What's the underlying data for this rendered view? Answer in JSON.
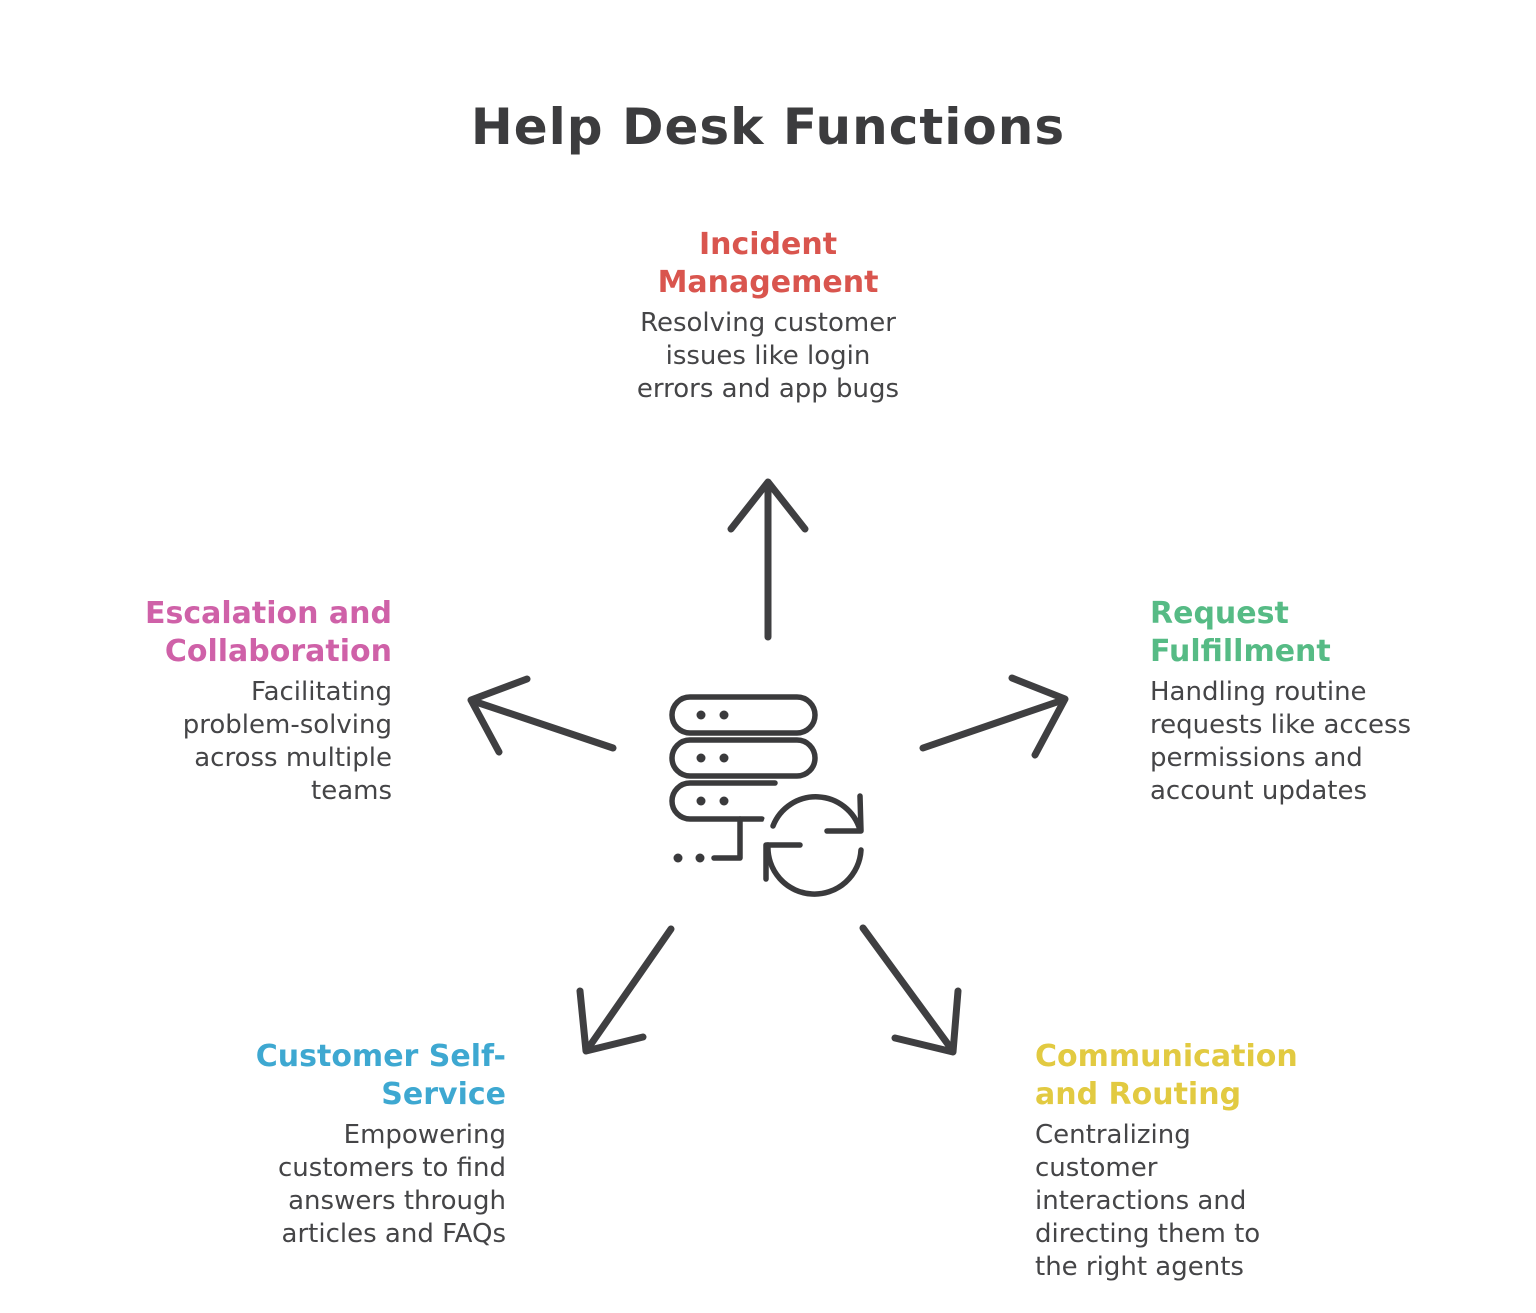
{
  "title": "Help Desk Functions",
  "colors": {
    "title_text": "#3c3c3e",
    "body_text": "#454547",
    "arrows": "#3f3f41",
    "incident": "#d9554e",
    "request": "#56bb85",
    "communication": "#e2ca41",
    "customer": "#3ea8d1",
    "escalation": "#cf61a8"
  },
  "center_icon": "server-stack-sync-icon",
  "arrow_icons": [
    "arrow-up-icon",
    "arrow-upper-left-icon",
    "arrow-upper-right-icon",
    "arrow-lower-left-icon",
    "arrow-lower-right-icon"
  ],
  "sections": [
    {
      "id": "incident-management",
      "title_lines": [
        "Incident",
        "Management"
      ],
      "title_color": "#d9554e",
      "body_lines": [
        "Resolving customer",
        "issues like login",
        "errors and app bugs"
      ]
    },
    {
      "id": "escalation-collaboration",
      "title_lines": [
        "Escalation and",
        "Collaboration"
      ],
      "title_color": "#cf61a8",
      "body_lines": [
        "Facilitating",
        "problem-solving",
        "across multiple",
        "teams"
      ]
    },
    {
      "id": "request-fulfillment",
      "title_lines": [
        "Request",
        "Fulfillment"
      ],
      "title_color": "#56bb85",
      "body_lines": [
        "Handling routine",
        "requests like access",
        "permissions and",
        "account updates"
      ]
    },
    {
      "id": "customer-self-service",
      "title_lines": [
        "Customer Self-",
        "Service"
      ],
      "title_color": "#3ea8d1",
      "body_lines": [
        "Empowering",
        "customers to find",
        "answers through",
        "articles and FAQs"
      ]
    },
    {
      "id": "communication-routing",
      "title_lines": [
        "Communication",
        "and Routing"
      ],
      "title_color": "#e2ca41",
      "body_lines": [
        "Centralizing",
        "customer",
        "interactions and",
        "directing them to",
        "the right agents"
      ]
    }
  ]
}
